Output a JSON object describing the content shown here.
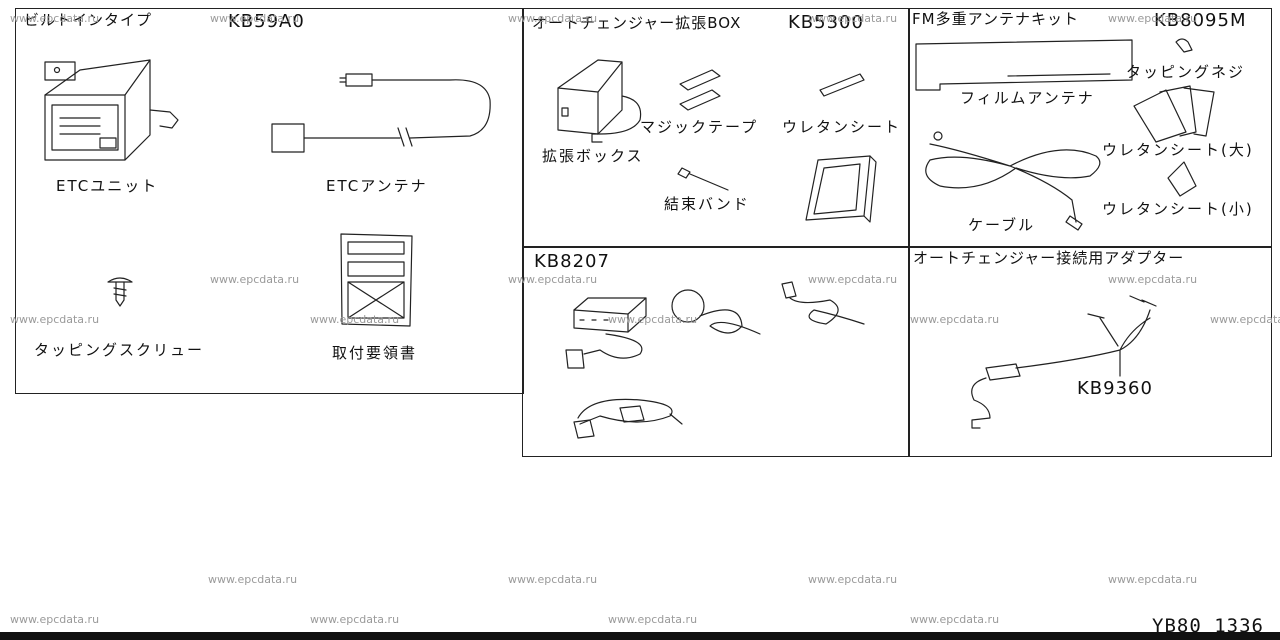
{
  "diagram_code": "YB80 1336",
  "watermark": "www.epcdata.ru",
  "panels": {
    "builtin": {
      "title": "ビルトインタイプ",
      "code": "KB59A0",
      "labels": {
        "etc_unit": "ETCユニット",
        "etc_antenna": "ETCアンテナ",
        "tapping_screw": "タッピングスクリュー",
        "manual": "取付要領書"
      }
    },
    "auto_changer_box": {
      "title": "オートチェンジャー拡張BOX",
      "code": "KB5300",
      "labels": {
        "expansion_box": "拡張ボックス",
        "velcro_tape": "マジックテープ",
        "urethane_sheet": "ウレタンシート",
        "cable_tie": "結束バンド"
      }
    },
    "fm_antenna_kit": {
      "title": "FM多重アンテナキット",
      "code": "KB8095M",
      "labels": {
        "tapping_screw": "タッピングネジ",
        "film_antenna": "フィルムアンテナ",
        "urethane_large": "ウレタンシート(大)",
        "urethane_small": "ウレタンシート(小)",
        "cable": "ケーブル"
      }
    },
    "kb8207": {
      "code": "KB8207"
    },
    "adapter": {
      "title": "オートチェンジャー接続用アダプター",
      "code": "KB9360"
    }
  }
}
